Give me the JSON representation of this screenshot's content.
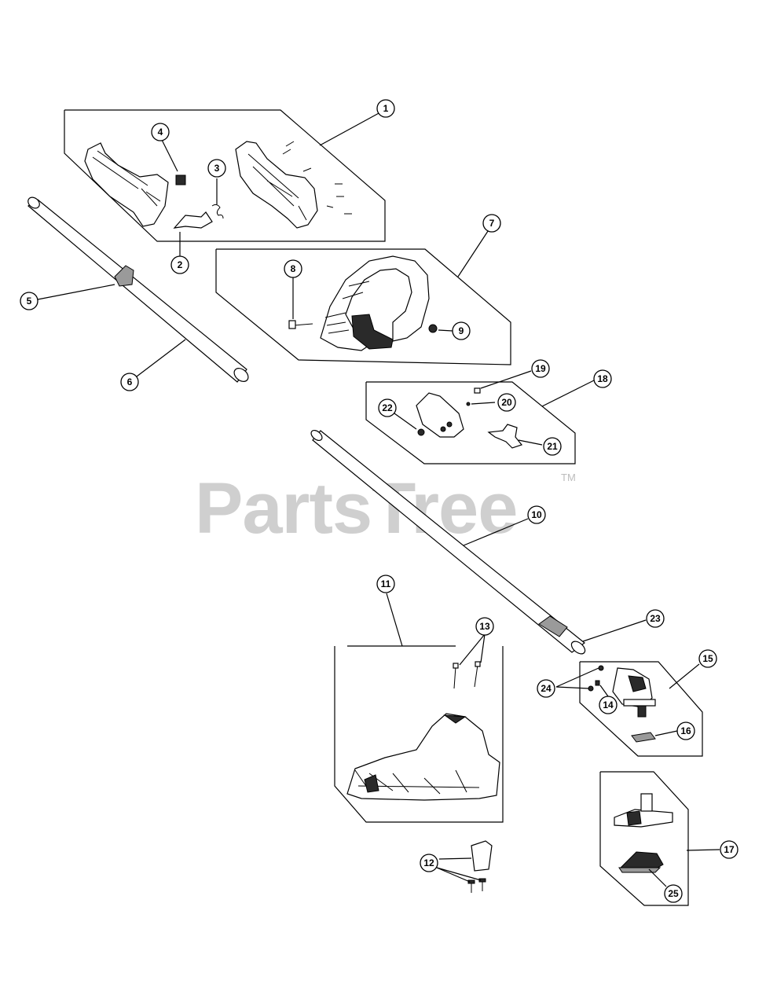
{
  "watermark": {
    "brand": "PartsTree",
    "trademark": "TM"
  },
  "callouts": {
    "c1": "1",
    "c2": "2",
    "c3": "3",
    "c4": "4",
    "c5": "5",
    "c6": "6",
    "c7": "7",
    "c8": "8",
    "c9": "9",
    "c10": "10",
    "c11": "11",
    "c12": "12",
    "c13": "13",
    "c14": "14",
    "c15": "15",
    "c16": "16",
    "c17": "17",
    "c18": "18",
    "c19": "19",
    "c20": "20",
    "c21": "21",
    "c22": "22",
    "c23": "23",
    "c24": "24",
    "c25": "25"
  }
}
